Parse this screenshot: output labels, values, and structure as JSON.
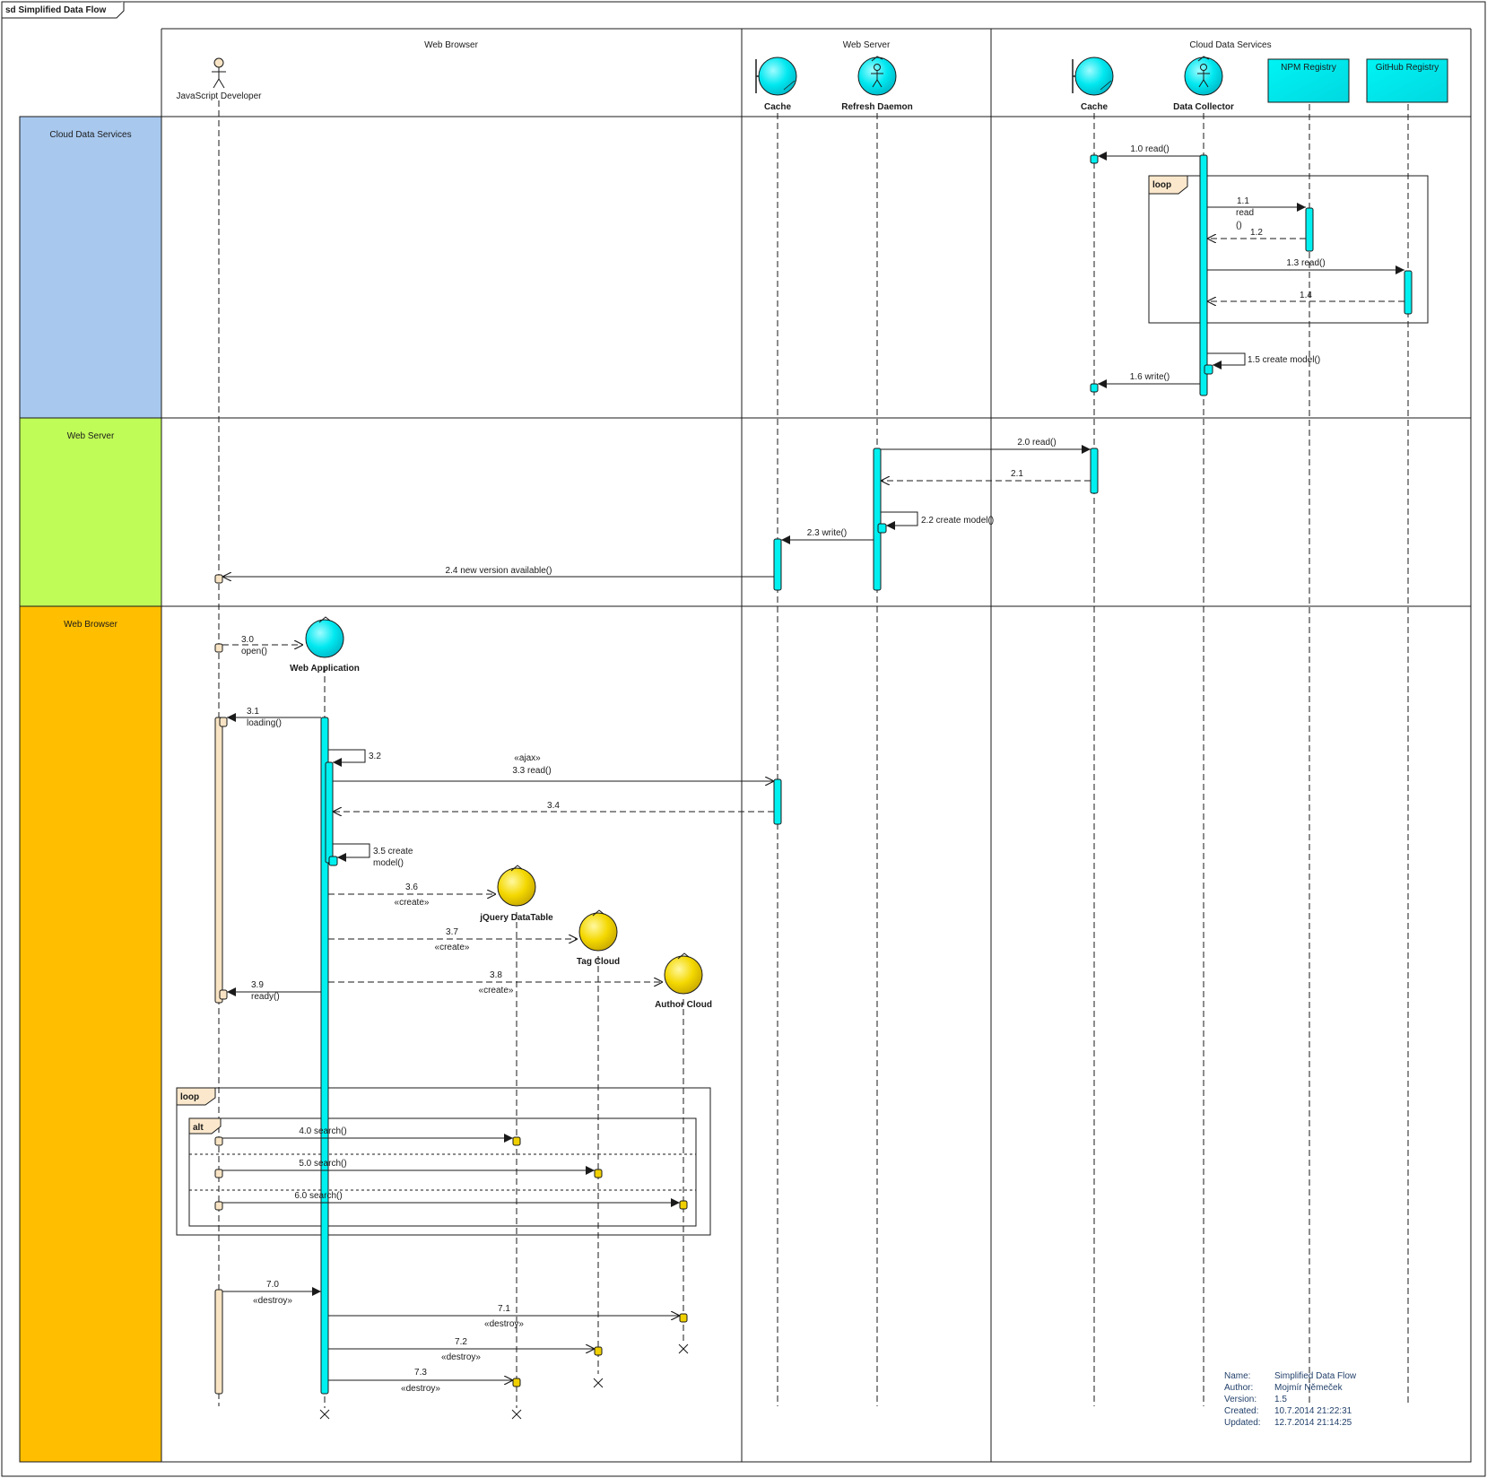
{
  "frame": {
    "label": "sd  Simplified Data Flow"
  },
  "partitions": [
    {
      "key": "browser",
      "label": "Web Browser"
    },
    {
      "key": "server",
      "label": "Web Server"
    },
    {
      "key": "cloud",
      "label": "Cloud Data Services"
    }
  ],
  "swimlanes": [
    {
      "key": "cloud",
      "label": "Cloud Data Services",
      "color": "#a8c8ee"
    },
    {
      "key": "server",
      "label": "Web Server",
      "color": "#c0fc58"
    },
    {
      "key": "browser",
      "label": "Web Browser",
      "color": "#ffbf00"
    }
  ],
  "lifelines": {
    "developer": "JavaScript Developer",
    "cache_ws": "Cache",
    "daemon": "Refresh Daemon",
    "cache_cds": "Cache",
    "collector": "Data Collector",
    "npm": "NPM Registry",
    "github": "GitHub Registry",
    "webapp": "Web Application",
    "datatable": "jQuery DataTable",
    "tagcloud": "Tag Cloud",
    "authorcloud": "Author Cloud"
  },
  "fragments": {
    "loop_cloud": "loop",
    "loop_browser": "loop",
    "alt_browser": "alt"
  },
  "messages": {
    "m1_0": "1.0 read()",
    "m1_1_a": "1.1",
    "m1_1_b": "read",
    "m1_1_c": "()",
    "m1_2": "1.2",
    "m1_3": "1.3 read()",
    "m1_4": "1.4",
    "m1_5": "1.5 create model()",
    "m1_6": "1.6 write()",
    "m2_0": "2.0 read()",
    "m2_1": "2.1",
    "m2_2": "2.2 create model()",
    "m2_3": "2.3 write()",
    "m2_4": "2.4 new version available()",
    "m3_0_a": "3.0",
    "m3_0_b": "open()",
    "m3_1_a": "3.1",
    "m3_1_b": "loading()",
    "m3_2": "3.2",
    "m3_3_a": "«ajax»",
    "m3_3_b": "3.3 read()",
    "m3_4": "3.4",
    "m3_5_a": "3.5 create",
    "m3_5_b": "model()",
    "m3_6_a": "3.6",
    "m3_6_b": "«create»",
    "m3_7_a": "3.7",
    "m3_7_b": "«create»",
    "m3_8_a": "3.8",
    "m3_8_b": "«create»",
    "m3_9_a": "3.9",
    "m3_9_b": "ready()",
    "m4_0": "4.0 search()",
    "m5_0": "5.0 search()",
    "m6_0": "6.0 search()",
    "m7_0_a": "7.0",
    "m7_0_b": "«destroy»",
    "m7_1_a": "7.1",
    "m7_1_b": "«destroy»",
    "m7_2_a": "7.2",
    "m7_2_b": "«destroy»",
    "m7_3_a": "7.3",
    "m7_3_b": "«destroy»"
  },
  "info": {
    "name_key": "Name:",
    "name": "Simplified Data Flow",
    "author_key": "Author:",
    "author": "Mojmír Němeček",
    "version_key": "Version:",
    "version": "1.5",
    "created_key": "Created:",
    "created": "10.7.2014 21:22:31",
    "updated_key": "Updated:",
    "updated": "12.7.2014 21:14:25"
  },
  "colors": {
    "cyan": "#00f0f0",
    "yellow": "#f0d000",
    "tan": "#f8e4c4",
    "fragment_tab": "#fbe8cc",
    "line": "#1a1a1a"
  }
}
